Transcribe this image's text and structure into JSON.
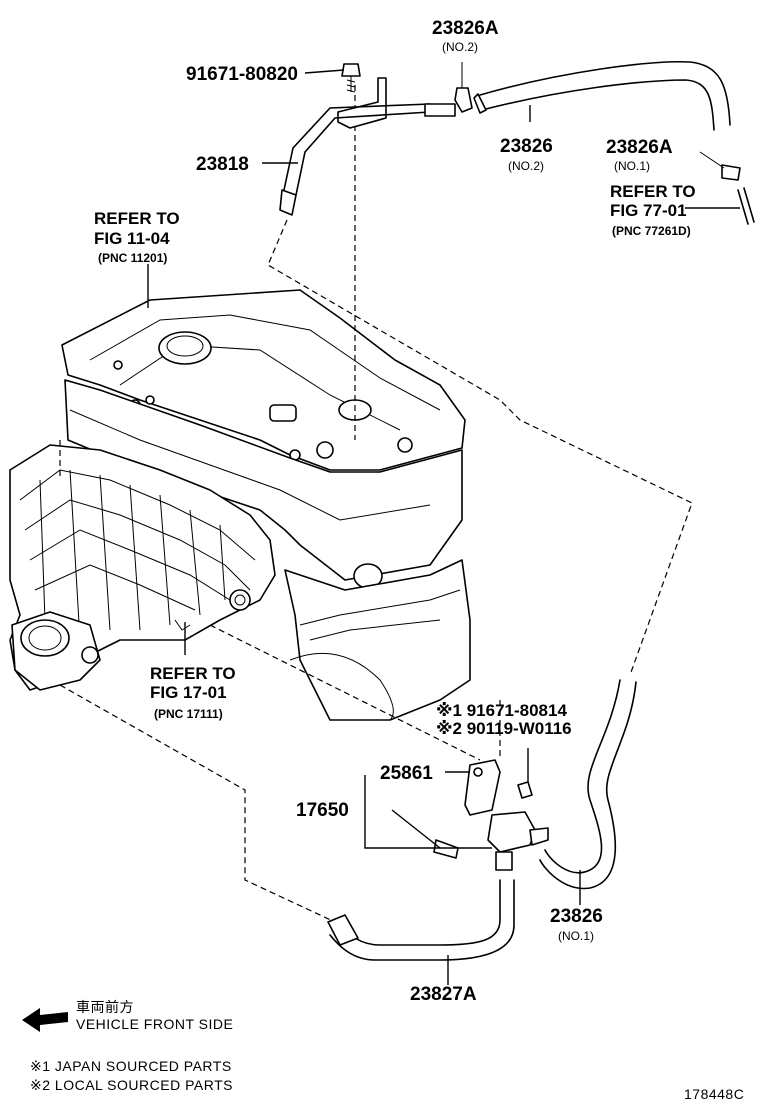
{
  "labels": {
    "p_91671_80820": "91671-80820",
    "p_23826A_top": "23826A",
    "p_23826A_top_sub": "(NO.2)",
    "p_23826_top": "23826",
    "p_23826_top_sub": "(NO.2)",
    "p_23826A_right": "23826A",
    "p_23826A_right_sub": "(NO.1)",
    "p_23818": "23818",
    "refer_77": [
      "REFER TO",
      "FIG 77-01",
      "(PNC 77261D)"
    ],
    "refer_11": [
      "REFER TO",
      "FIG 11-04",
      "(PNC 11201)"
    ],
    "refer_17": [
      "REFER TO",
      "FIG 17-01",
      "(PNC 17111)"
    ],
    "p_91671_80814": "※1 91671-80814",
    "p_90119_W0116": "※2 90119-W0116",
    "p_25861": "25861",
    "p_17650": "17650",
    "p_23826_bottom": "23826",
    "p_23826_bottom_sub": "(NO.1)",
    "p_23827A": "23827A"
  },
  "legend": {
    "front_jp": "車両前方",
    "front_en": "VEHICLE FRONT SIDE",
    "note1": "※1 JAPAN SOURCED PARTS",
    "note2": "※2 LOCAL SOURCED PARTS"
  },
  "figure_id": "178448C"
}
